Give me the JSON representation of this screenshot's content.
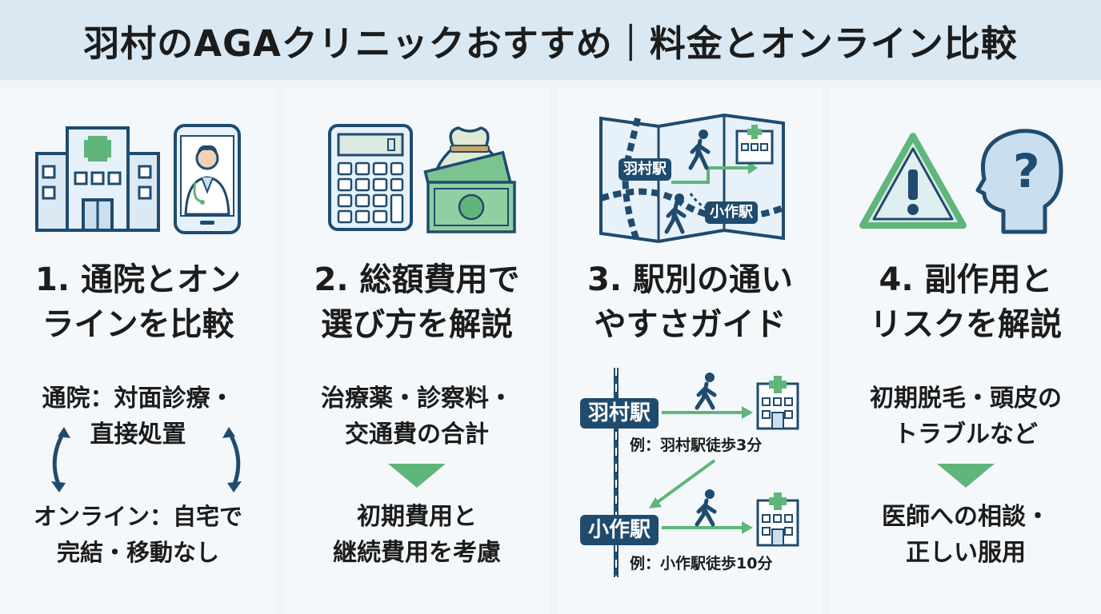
{
  "header": {
    "title": "羽村のAGAクリニックおすすめ｜料金とオンライン比較"
  },
  "panels": [
    {
      "title_line1": "1. 通院とオン",
      "title_line2": "ラインを比較",
      "top_line1": "通院：対面診療・",
      "top_line2": "直接処置",
      "bottom_line1": "オンライン：自宅で",
      "bottom_line2": "完結・移動なし",
      "icons": [
        "hospital-icon",
        "smartphone-doctor-icon",
        "swap-arrows-icon"
      ]
    },
    {
      "title_line1": "2. 総額費用で",
      "title_line2": "選び方を解説",
      "top_line1": "治療薬・診察料・",
      "top_line2": "交通費の合計",
      "bottom_line1": "初期費用と",
      "bottom_line2": "継続費用を考慮",
      "icons": [
        "calculator-icon",
        "money-bag-icon",
        "banknote-icon"
      ]
    },
    {
      "title_line1": "3. 駅別の通い",
      "title_line2": "やすさガイド",
      "map_station_a": "羽村駅",
      "map_station_b": "小作駅",
      "station_a": "羽村駅",
      "station_b": "小作駅",
      "example_a": "例：羽村駅徒歩3分",
      "example_b": "例：小作駅徒歩10分",
      "icons": [
        "map-icon",
        "walking-person-icon",
        "clinic-building-icon"
      ]
    },
    {
      "title_line1": "4. 副作用と",
      "title_line2": "リスクを解説",
      "top_line1": "初期脱毛・頭皮の",
      "top_line2": "トラブルなど",
      "bottom_line1": "医師への相談・",
      "bottom_line2": "正しい服用",
      "icons": [
        "warning-icon",
        "head-question-icon"
      ]
    }
  ],
  "colors": {
    "navy": "#1f4b6e",
    "green": "#5fb57a",
    "light_blue": "#c9dff0",
    "header_bg": "#d9e8f3"
  }
}
